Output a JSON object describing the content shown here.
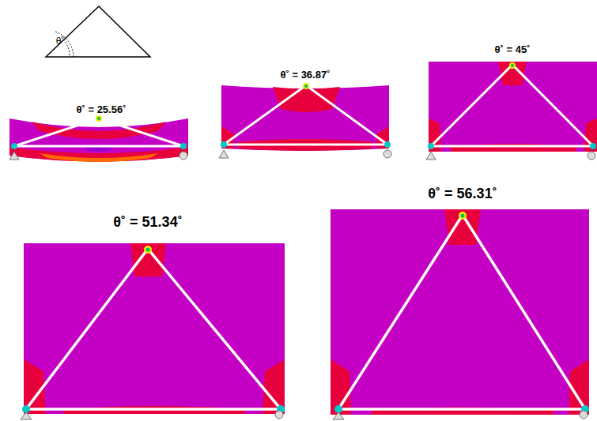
{
  "diagram": {
    "labels": [
      "θ˚",
      "θ˚ = 25.56˚",
      "θ˚ = 36.87˚",
      "θ˚ = 45˚",
      "θ˚ = 51.34˚",
      "θ˚ = 56.31˚"
    ]
  }
}
